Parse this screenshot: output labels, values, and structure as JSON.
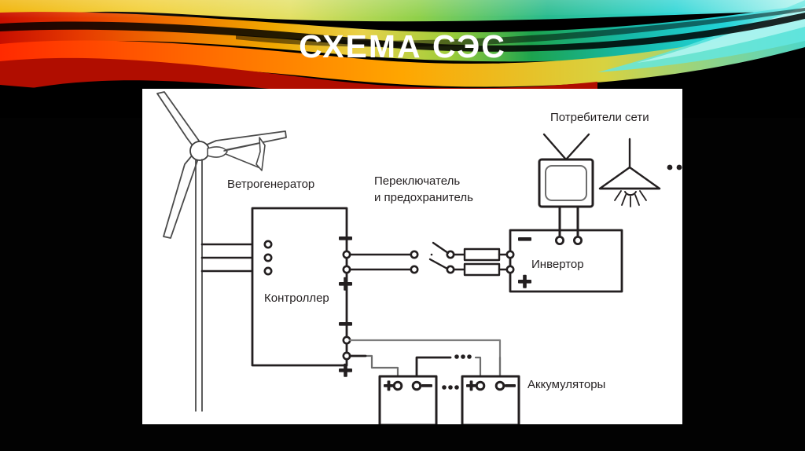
{
  "slide": {
    "title": "СХЕМА СЭС",
    "background_color": "#000000",
    "panel_color": "#ffffff",
    "accent_colors": [
      "#d81a00",
      "#f07000",
      "#f2c300",
      "#e8e24a",
      "#19a84c",
      "#18c9c4",
      "#7fe9e2"
    ]
  },
  "diagram": {
    "type": "wiring-schematic",
    "labels": {
      "wind_generator": "Ветрогенератор",
      "controller": "Контроллер",
      "switch_fuse_line1": "Переключатель",
      "switch_fuse_line2": "и предохранитель",
      "inverter": "Инвертор",
      "grid_consumers": "Потребители сети",
      "batteries": "Аккумуляторы"
    },
    "terminals": {
      "minus": "–",
      "plus": "+",
      "ellipsis": "..."
    },
    "components": [
      {
        "name": "wind-turbine",
        "label": "Ветрогенератор",
        "blades": 3,
        "has_tail_vane": true,
        "output_wires": 3
      },
      {
        "name": "controller",
        "label": "Контроллер",
        "input_terminals": 3,
        "output_terminal_pairs": 2
      },
      {
        "name": "switch-fuse-block",
        "label": "Переключатель и предохранитель",
        "switches": 2,
        "fuses": 2
      },
      {
        "name": "inverter",
        "label": "Инвертор",
        "dc_terminals": 2,
        "ac_terminals": 2
      },
      {
        "name": "television",
        "label": "Потребители сети",
        "has_antenna": true
      },
      {
        "name": "ceiling-lamp",
        "label": "Потребители сети"
      },
      {
        "name": "battery-bank",
        "label": "Аккумуляторы",
        "batteries_shown": 2,
        "continues": "..."
      }
    ]
  }
}
